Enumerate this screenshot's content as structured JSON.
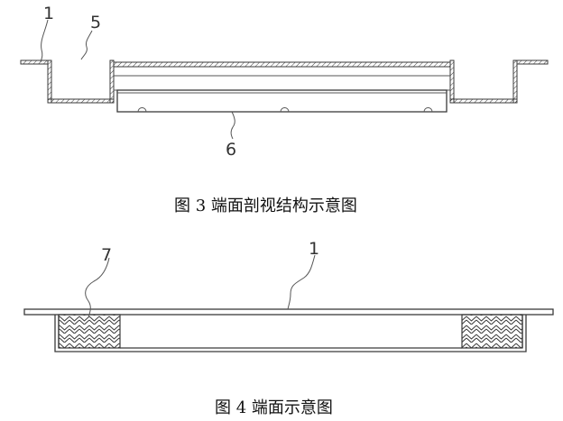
{
  "figure3": {
    "caption": "图 3 端面剖视结构示意图",
    "labels": {
      "part_1": "1",
      "part_5": "5",
      "part_6": "6"
    }
  },
  "figure4": {
    "caption": "图 4 端面示意图",
    "labels": {
      "part_1": "1",
      "part_7": "7"
    }
  },
  "colors": {
    "line": "#3a3a3a",
    "background": "#ffffff"
  }
}
